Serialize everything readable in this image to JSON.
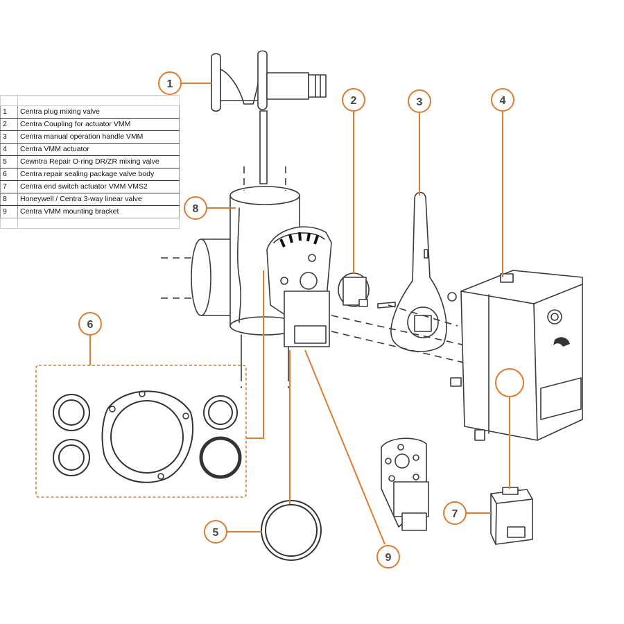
{
  "parts_table": {
    "rows": [
      {
        "num": "1",
        "desc": "Centra plug mixing valve"
      },
      {
        "num": "2",
        "desc": "Centra Coupling for actuator VMM"
      },
      {
        "num": "3",
        "desc": "Centra manual operation handle VMM"
      },
      {
        "num": "4",
        "desc": "Centra VMM actuator"
      },
      {
        "num": "5",
        "desc": "Cewntra Repair O-ring DR/ZR mixing valve"
      },
      {
        "num": "6",
        "desc": "Centra repair sealing package valve body"
      },
      {
        "num": "7",
        "desc": "Centra end switch actuator VMM VMS2"
      },
      {
        "num": "8",
        "desc": "Honeywell / Centra 3-way linear valve"
      },
      {
        "num": "9",
        "desc": "Centra VMM mounting bracket"
      }
    ]
  },
  "callouts": {
    "c1": "1",
    "c2": "2",
    "c3": "3",
    "c4": "4",
    "c5": "5",
    "c6": "6",
    "c7": "7",
    "c8": "8",
    "c9": "9"
  },
  "colors": {
    "accent": "#e07a2e",
    "line": "#3a3a3a"
  }
}
